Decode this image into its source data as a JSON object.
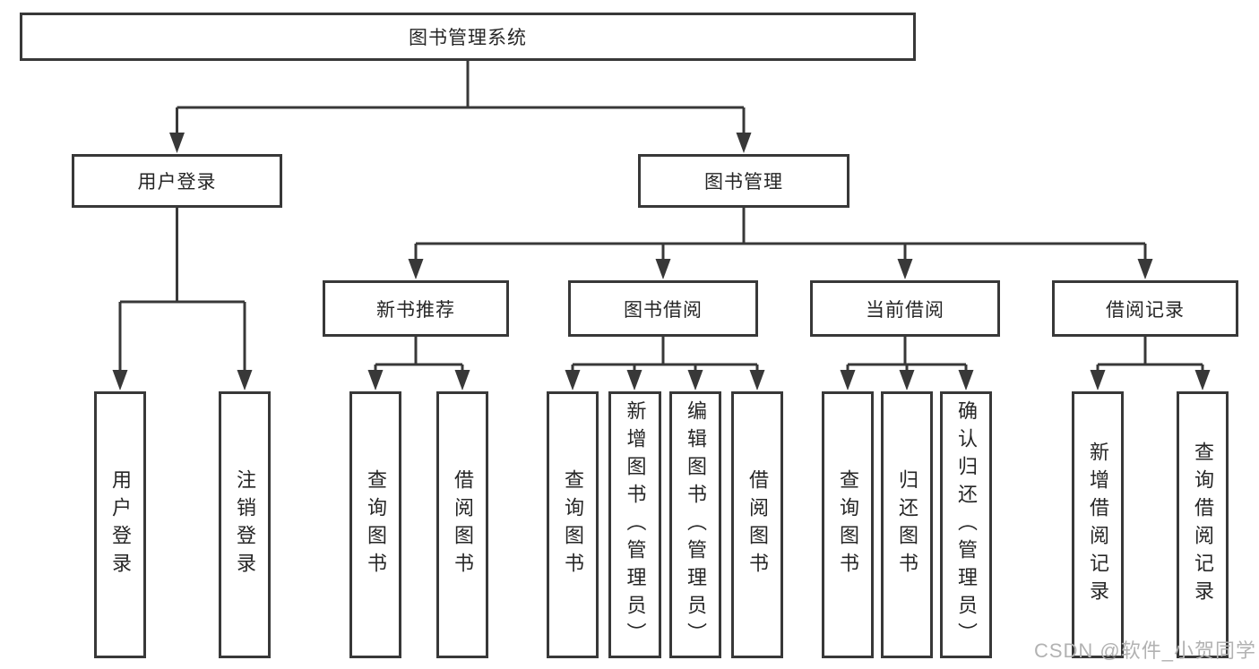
{
  "nodes": {
    "root": "图书管理系统",
    "user_login": "用户登录",
    "book_management": "图书管理",
    "new_book_recommend": "新书推荐",
    "book_borrow": "图书借阅",
    "current_borrow": "当前借阅",
    "borrow_record": "借阅记录"
  },
  "leaves": {
    "user_login": [
      "用户登录",
      "注销登录"
    ],
    "new_book_recommend": [
      "查询图书",
      "借阅图书"
    ],
    "book_borrow": [
      "查询图书",
      "新增图书（管理员）",
      "编辑图书（管理员）",
      "借阅图书"
    ],
    "current_borrow": [
      "查询图书",
      "归还图书",
      "确认归还（管理员）"
    ],
    "borrow_record": [
      "新增借阅记录",
      "查询借阅记录"
    ]
  },
  "watermark": "CSDN @软件_小贺同学",
  "colors": {
    "line": "#383838",
    "text": "#262626",
    "watermark": "#b2b2b2",
    "background": "#ffffff"
  }
}
